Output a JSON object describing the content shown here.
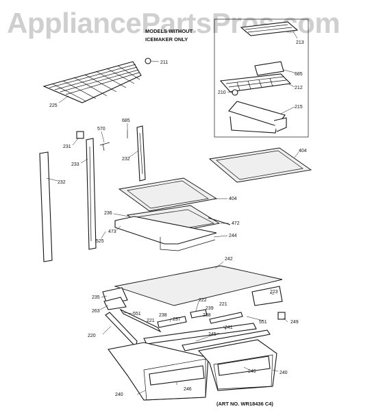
{
  "watermark": "AppliancePartsPros.com",
  "inset_note_line1": "MODELS WITHOUT",
  "inset_note_line2": "ICEMAKER ONLY",
  "art_number": "(ART NO. WR18436 C4)",
  "part_labels": [
    {
      "id": "l213",
      "text": "213"
    },
    {
      "id": "l685a",
      "text": "685"
    },
    {
      "id": "l210",
      "text": "210"
    },
    {
      "id": "l212",
      "text": "212"
    },
    {
      "id": "l215",
      "text": "215"
    },
    {
      "id": "l211",
      "text": "211"
    },
    {
      "id": "l225",
      "text": "225"
    },
    {
      "id": "l685b",
      "text": "685"
    },
    {
      "id": "l570",
      "text": "570"
    },
    {
      "id": "l231",
      "text": "231"
    },
    {
      "id": "l233",
      "text": "233"
    },
    {
      "id": "l232a",
      "text": "232"
    },
    {
      "id": "l232b",
      "text": "232"
    },
    {
      "id": "l404a",
      "text": "404"
    },
    {
      "id": "l404b",
      "text": "404"
    },
    {
      "id": "l236",
      "text": "236"
    },
    {
      "id": "l472",
      "text": "472"
    },
    {
      "id": "l473",
      "text": "473"
    },
    {
      "id": "l525",
      "text": "525"
    },
    {
      "id": "l244",
      "text": "244"
    },
    {
      "id": "l242",
      "text": "242"
    },
    {
      "id": "l235",
      "text": "235"
    },
    {
      "id": "l223",
      "text": "223"
    },
    {
      "id": "l263",
      "text": "263"
    },
    {
      "id": "l222",
      "text": "222"
    },
    {
      "id": "l221a",
      "text": "221"
    },
    {
      "id": "l239",
      "text": "239"
    },
    {
      "id": "l238a",
      "text": "238"
    },
    {
      "id": "l551a",
      "text": "551"
    },
    {
      "id": "l238b",
      "text": "238"
    },
    {
      "id": "l237",
      "text": "237"
    },
    {
      "id": "l221b",
      "text": "221"
    },
    {
      "id": "l551b",
      "text": "551"
    },
    {
      "id": "l249",
      "text": "249"
    },
    {
      "id": "l220",
      "text": "220"
    },
    {
      "id": "l241",
      "text": "241"
    },
    {
      "id": "l245",
      "text": "245"
    },
    {
      "id": "l246a",
      "text": "246"
    },
    {
      "id": "l240a",
      "text": "240"
    },
    {
      "id": "l246b",
      "text": "246"
    },
    {
      "id": "l240b",
      "text": "240"
    }
  ]
}
